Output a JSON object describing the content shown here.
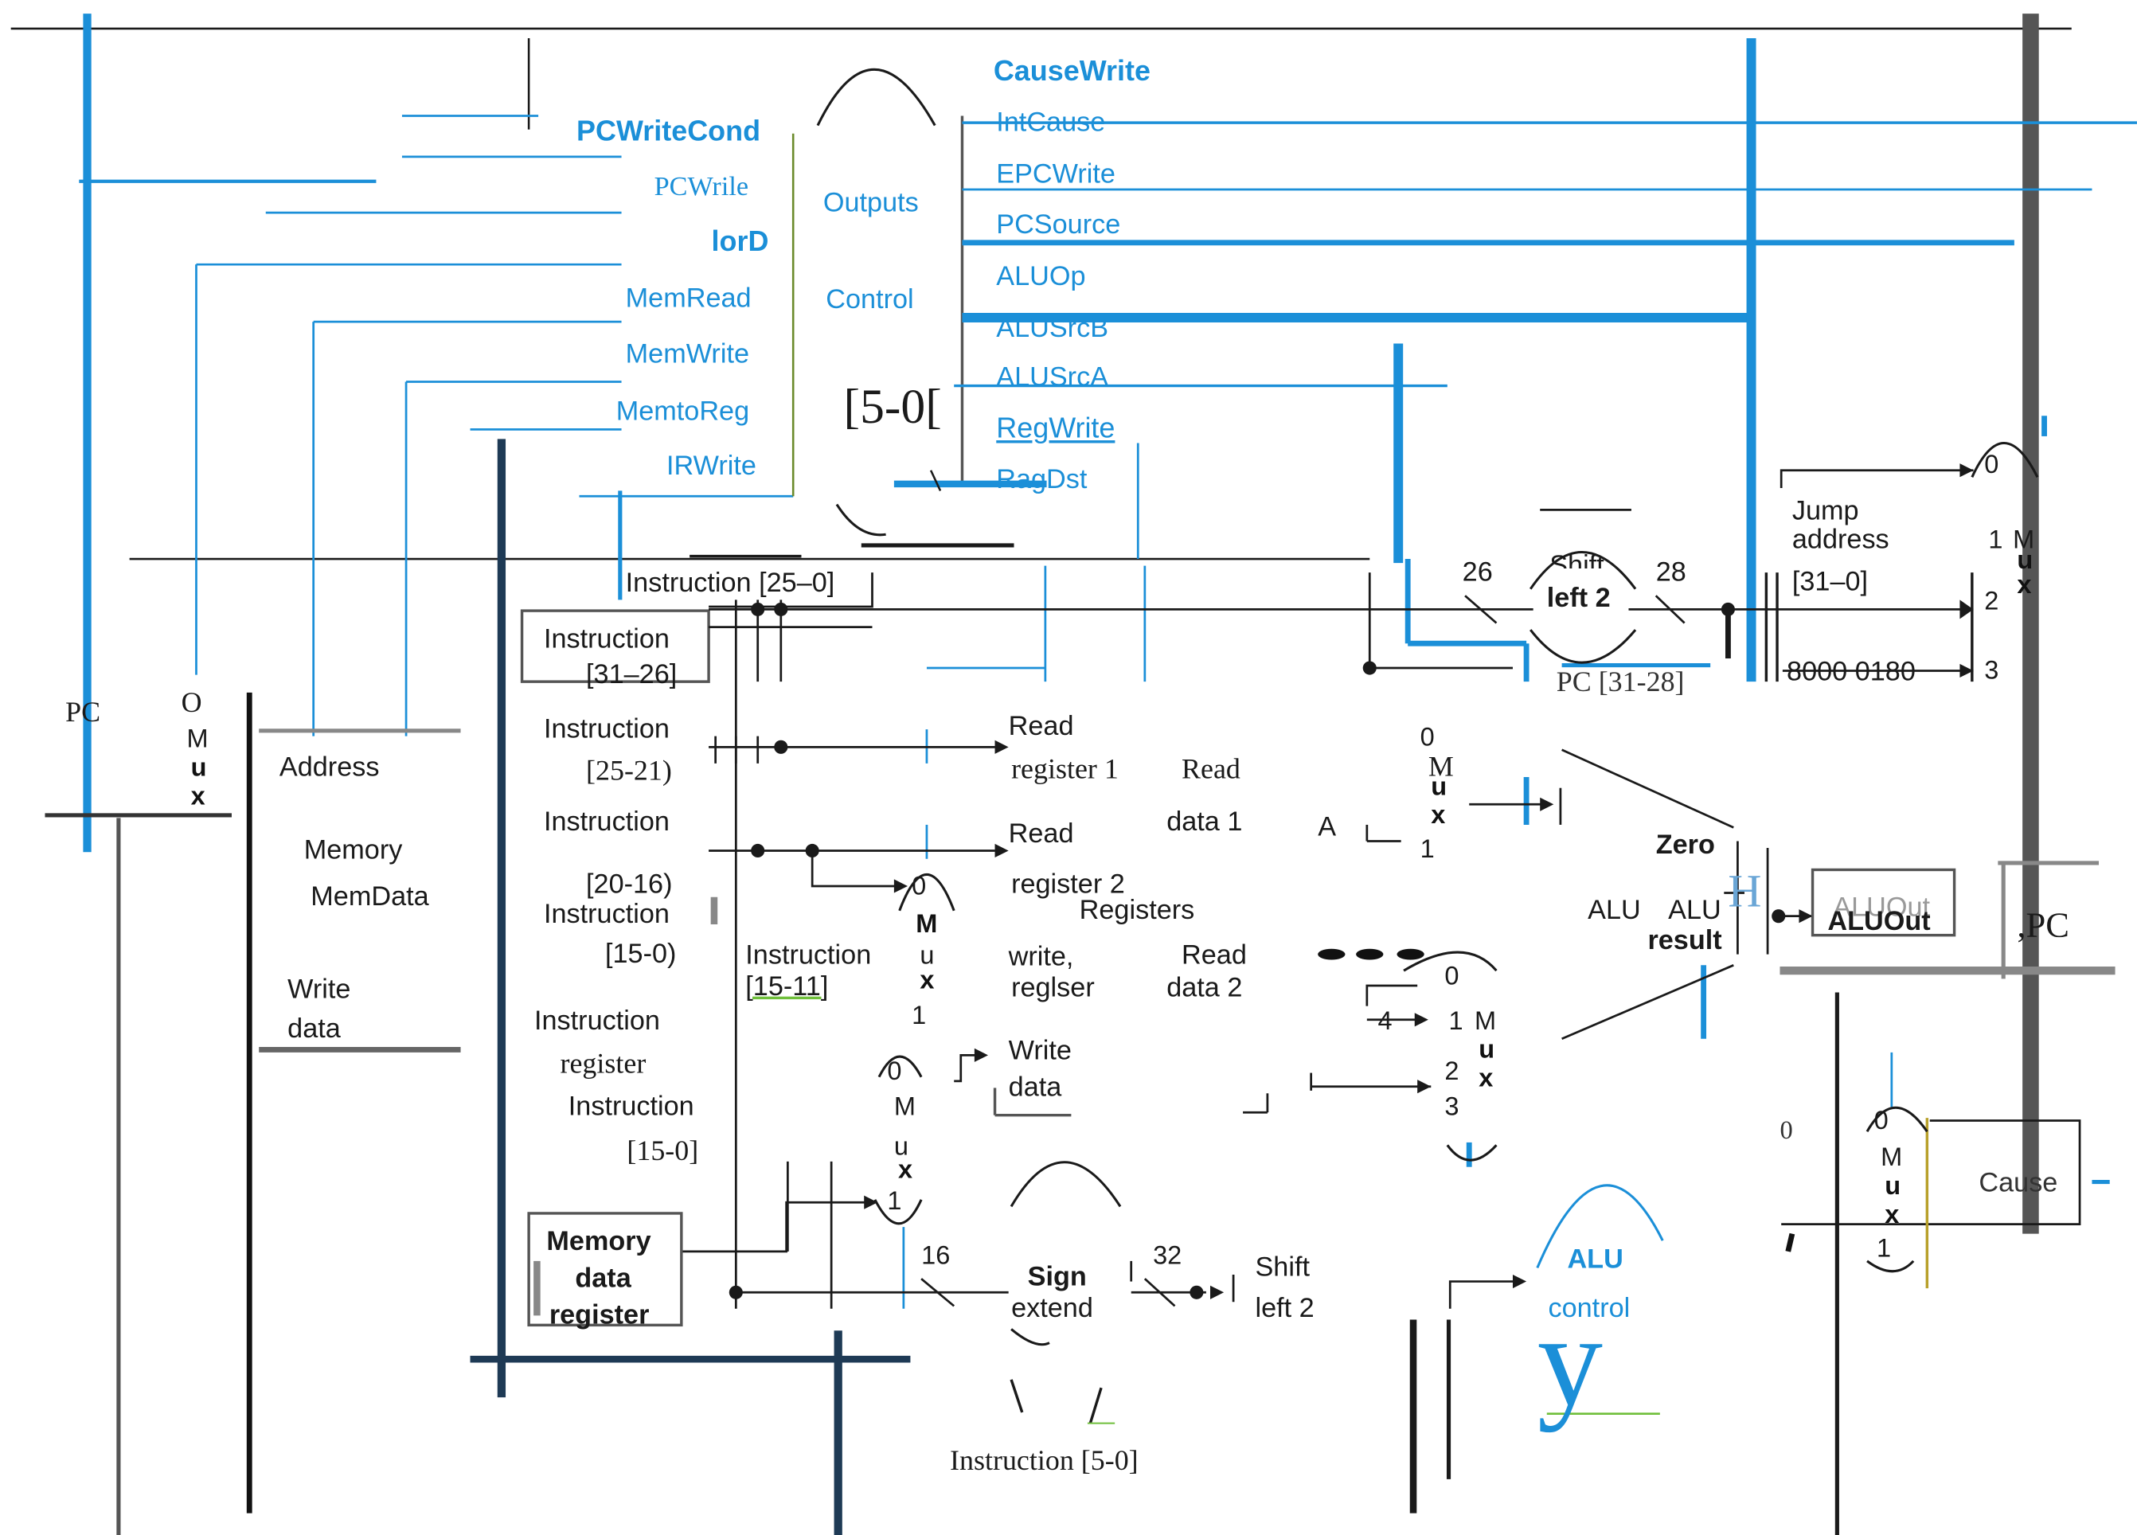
{
  "control": {
    "cause_write": "CauseWrite",
    "pc_write_cond": "PCWriteCond",
    "pc_write": "PCWrile",
    "int_cause": "IntCause",
    "epc_write": "EPCWrite",
    "iord": "lorD",
    "pc_source": "PCSource",
    "mem_read": "MemRead",
    "alu_op": "ALUOp",
    "mem_write": "MemWrite",
    "alu_src_b": "ALUSrcB",
    "alu_src_a": "ALUSrcA",
    "mem_to_reg": "MemtoReg",
    "reg_write": "RegWrite",
    "ir_write": "IRWrite",
    "reg_dst": "RagDst",
    "outputs": "Outputs",
    "control": "Control",
    "op_field": "[5-0["
  },
  "datapath": {
    "pc_left": "PC",
    "mux_pc": [
      "O",
      "M",
      "u",
      "x"
    ],
    "address": "Address",
    "memory": "Memory",
    "mem_data": "MemData",
    "write": "Write",
    "data": "data",
    "instr_25_0_top": "Instruction [25–0]",
    "instr_31_26_a": "Instruction",
    "instr_31_26_b": "[31–26]",
    "instr_25_21_a": "Instruction",
    "instr_25_21_b": "[25-21)",
    "instr_20_16_a": "Instruction",
    "instr_20_16_b": "[20-16)",
    "instr_15_0_a": "Instruction",
    "instr_15_0_b": "[15-0)",
    "instr_15_11_a": "Instruction",
    "instr_15_11_b": "[15-11]",
    "instruction_register_a": "Instruction",
    "instruction_register_b": "register",
    "instr_15_0_lower_a": "Instruction",
    "instr_15_0_lower_b": "[15-0]",
    "mdr_a": "Memory",
    "mdr_b": "data",
    "mdr_c": "register",
    "read_reg1_a": "Read",
    "read_reg1_b": "register 1",
    "read_reg2_a": "Read",
    "read_reg2_b": "register 2",
    "write_reg_a": "write,",
    "write_reg_b": "reglser",
    "write_data_a": "Write",
    "write_data_b": "data",
    "registers": "Registers",
    "read_data1_a": "Read",
    "read_data1_b": "data 1",
    "read_data2_a": "Read",
    "read_data2_b": "data 2",
    "a_reg": "A",
    "sign_a": "Sign",
    "sign_b": "extend",
    "bits_16": "16",
    "bits_32": "32",
    "shift_left_2_a": "Shift",
    "shift_left_2_b": "left 2",
    "instr_5_0": "Instruction [5-0]",
    "zero": "Zero",
    "alu_a": "ALU",
    "alu_b": "ALU",
    "alu_result": "result",
    "alu_out": "ALUOut",
    "alu_out_ghost": "ALUOut",
    "pc_right": ",PC",
    "alu_control_a": "ALU",
    "alu_control_b": "control",
    "glyph_y": "y",
    "bits_26": "26",
    "bits_28": "28",
    "shift_top_a": "Shift",
    "shift_top_b": "left 2",
    "pc_31_28": "PC [31-28]",
    "jump_address_a": "Jump",
    "jump_address_b": "address",
    "jump_31_0": "[31–0]",
    "exc_addr": "8000 0180",
    "cause": "Cause",
    "four": "4"
  },
  "mux_labels": {
    "m0": "0",
    "m1": "1",
    "m2": "2",
    "m3": "3",
    "mx_m": "M",
    "mx_u": "u",
    "mx_x": "x"
  },
  "colors": {
    "control_blue": "#1b8fd8",
    "wire": "#1a1a1a",
    "bus_gray": "#555555",
    "dark_navy": "#1e3a55"
  }
}
